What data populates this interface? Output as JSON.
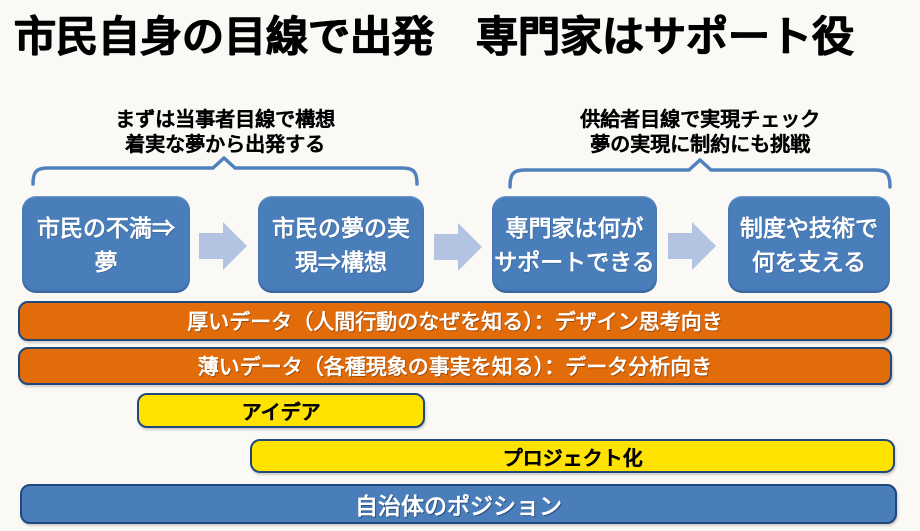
{
  "title": "市民自身の目線で出発　専門家はサポート役",
  "annotations": {
    "left": {
      "text": "まずは当事者目線で構想\n着実な夢から出発する"
    },
    "right": {
      "text": "供給者目線で実現チェック\n夢の実現に制約にも挑戦"
    }
  },
  "flow": {
    "boxes": [
      {
        "label": "市民の不満⇒\n夢"
      },
      {
        "label": "市民の夢の実\n現⇒構想"
      },
      {
        "label": "専門家は何が\nサポートできる"
      },
      {
        "label": "制度や技術で\n何を支える"
      }
    ]
  },
  "bars": {
    "thick_data": "厚いデータ（人間行動のなぜを知る）：デザイン思考向き",
    "thin_data": "薄いデータ（各種現象の事実を知る）：データ分析向き",
    "idea": "アイデア",
    "project": "プロジェクト化",
    "municipality": "自治体のポジション"
  },
  "colors": {
    "box_blue": "#4a7ebb",
    "arrow_blue": "#b3c4e2",
    "brace_blue": "#4f81bd",
    "bar_orange": "#e36c0a",
    "bar_yellow": "#ffe200",
    "border_navy": "#1f497d",
    "background": "#fbf9f5",
    "title_text": "#000000",
    "bar_text_light": "#ffffff"
  }
}
